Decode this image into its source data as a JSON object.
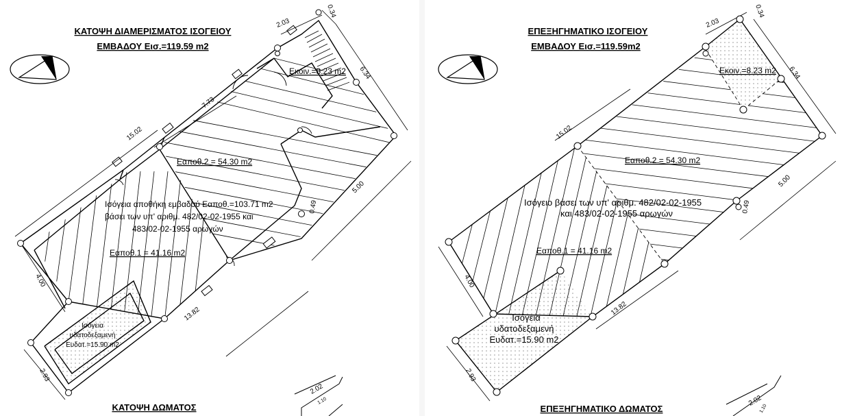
{
  "left": {
    "title_line1": "ΚΑΤΟΨΗ ΔΙΑΜΕΡΙΣΜΑΤΟΣ ΙΣΟΓΕΙΟΥ",
    "title_line2": "ΕΜΒΑΔΟΥ Εισ.=119.59 m2",
    "dims": {
      "top": "2.03",
      "corner": "0.34",
      "right": "6.34",
      "long_top": "15.02",
      "inner": "7.73",
      "right_mid": "5.00",
      "small": "0.49",
      "left": "4.00",
      "bottom": "13.82",
      "bottom_left": "2.93",
      "bottom_top": "2.02",
      "bottom_small": "1.10"
    },
    "area_common": "Εκοιν.=8.23 m2",
    "area_2": "Εαποθ.2 = 54.30 m2",
    "storage_line1": "Ισόγεια αποθήκη εμβαδού Εαποθ.=103.71 m2",
    "storage_line2": "βάσει των υπ' αριθμ. 482/02-02-1955 και",
    "storage_line3": "483/02-02-1955 αρωγών",
    "area_1": "Εαποθ.1 = 41.16 m2",
    "tank_line1": "Ισόγεια",
    "tank_line2": "υδατοδεξαμενή",
    "tank_line3": "Ευδατ.=15.90 m2",
    "bottom_title": "ΚΑΤΟΨΗ ΔΩΜΑΤΟΣ"
  },
  "right": {
    "title_line1": "ΕΠΕΞΗΓΗΜΑΤΙΚΟ ΙΣΟΓΕΙΟΥ",
    "title_line2": "ΕΜΒΑΔΟΥ Εισ.=119.59m2",
    "dims": {
      "top": "2.03",
      "corner": "0.34",
      "right": "6.34",
      "long_top": "15.02",
      "right_mid": "5.00",
      "small": "0.49",
      "left": "4.00",
      "bottom": "13.82",
      "bottom_left": "2.93",
      "bottom_top": "2.02",
      "bottom_small": "1.10"
    },
    "area_common": "Εκοιν.=8.23 m2",
    "area_2": "Εαποθ.2 = 54.30 m2",
    "storage_line1": "Ισόγειο βάσει των υπ' αριθμ. 482/02-02-1955",
    "storage_line2": "και 483/02-02-1955 αρωγών",
    "area_1": "Εαποθ.1 = 41.16 m2",
    "tank_line1": "Ισόγεια",
    "tank_line2": "υδατοδεξαμενή",
    "tank_line3": "Ευδατ.=15.90 m2",
    "bottom_title": "ΕΠΕΞΗΓΗΜΑΤΙΚΟ ΔΩΜΑΤΟΣ"
  }
}
